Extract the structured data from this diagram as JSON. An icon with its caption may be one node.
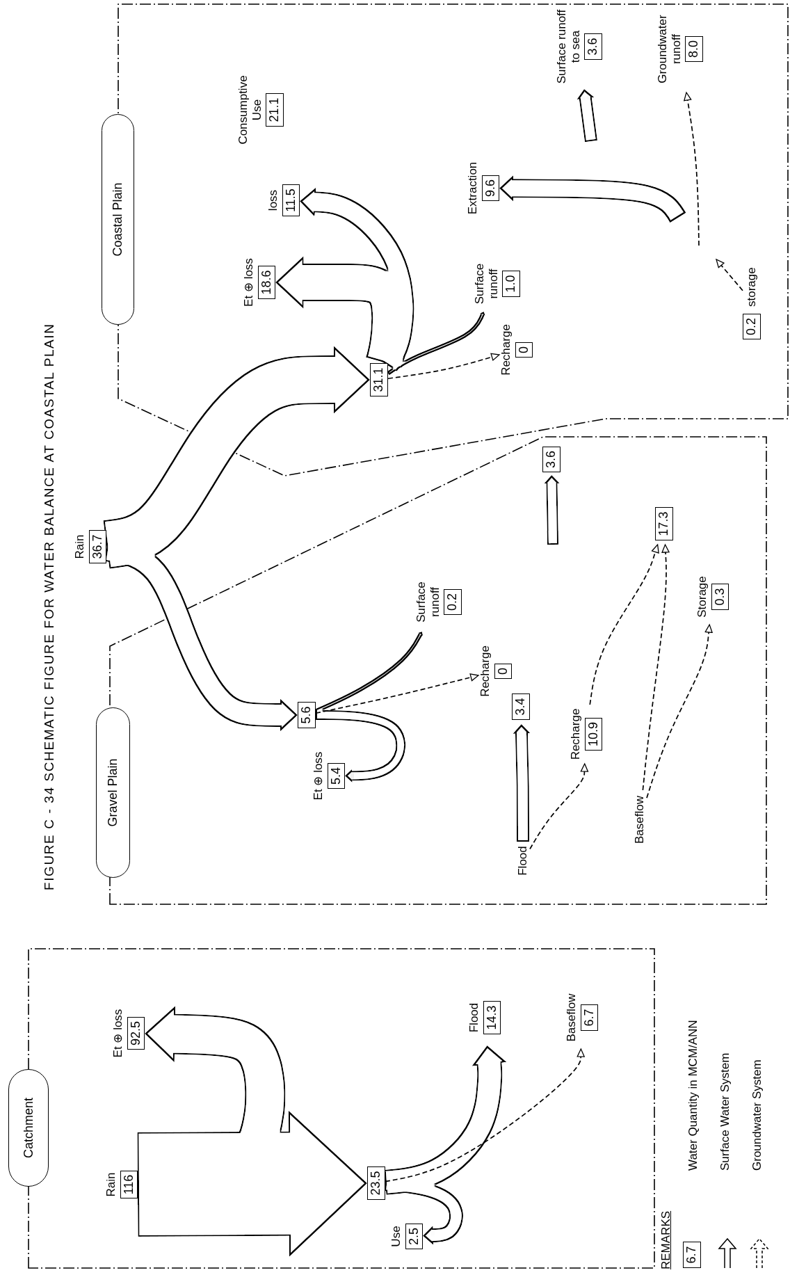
{
  "diagram": {
    "title": "FIGURE C - 34 SCHEMATIC FIGURE FOR WATER BALANCE AT COASTAL PLAIN",
    "nodes": [
      {
        "text": [
          "Catchment"
        ]
      },
      {
        "text": [
          "Rain",
          "116"
        ]
      },
      {
        "text": [
          "Et ⊕ loss",
          "92.5"
        ]
      },
      {
        "text": [
          "23.5"
        ]
      },
      {
        "text": [
          "Use",
          "2.5"
        ]
      },
      {
        "text": [
          "Flood",
          "14.3"
        ]
      },
      {
        "text": [
          "Baseflow",
          "6.7"
        ]
      },
      {
        "text": [
          "Gravel Plain"
        ]
      },
      {
        "text": [
          "Rain",
          "36.7"
        ]
      },
      {
        "text": [
          "Et ⊕ loss",
          "5.4"
        ]
      },
      {
        "text": [
          "Surface runoff",
          "0.2"
        ]
      },
      {
        "text": [
          "Recharge",
          "0"
        ]
      },
      {
        "text": [
          "Flood"
        ]
      },
      {
        "text": [
          "3.4"
        ]
      },
      {
        "text": [
          "Recharge",
          "10.9"
        ]
      },
      {
        "text": [
          "Baseflow"
        ]
      },
      {
        "text": [
          "17.3"
        ]
      },
      {
        "text": [
          "Storage",
          "0.3"
        ]
      },
      {
        "text": [
          "3.6"
        ]
      },
      {
        "text": [
          "Coastal Plain"
        ]
      },
      {
        "text": [
          "Consumptive Use",
          "21.1"
        ]
      },
      {
        "text": [
          "Et ⊕ loss",
          "18.6"
        ]
      },
      {
        "text": [
          "loss",
          "11.5"
        ]
      },
      {
        "text": [
          "Surface runoff",
          "1.0"
        ]
      },
      {
        "text": [
          "Recharge",
          "0"
        ]
      },
      {
        "text": [
          "Extraction",
          "9.6"
        ]
      },
      {
        "text": [
          "Surface runoff to sea",
          "3.6"
        ]
      },
      {
        "text": [
          "Groundwater runoff",
          "8.0"
        ]
      },
      {
        "text": [
          "storage",
          "0.2"
        ]
      },
      {
        "text": [
          "31.1"
        ]
      },
      {
        "text": [
          "5.6"
        ]
      },
      {
        "text": [
          "6.7"
        ]
      }
    ],
    "edges": [
      {
        "from": 1,
        "to": 3,
        "arrow": "to",
        "style": "thick"
      },
      {
        "from": 1,
        "to": 2,
        "arrow": "to",
        "style": "thick"
      },
      {
        "from": 3,
        "to": 4,
        "arrow": "to"
      },
      {
        "from": 3,
        "to": 5,
        "arrow": "to",
        "style": "thick"
      },
      {
        "from": 3,
        "to": 6,
        "arrow": "to",
        "style": "dashed"
      },
      {
        "from": 8,
        "to": 29,
        "arrow": "to",
        "style": "thick"
      },
      {
        "from": 8,
        "to": 30,
        "arrow": "to",
        "style": "thick"
      },
      {
        "from": 30,
        "to": 9,
        "arrow": "to"
      },
      {
        "from": 30,
        "to": 10,
        "arrow": "to"
      },
      {
        "from": 30,
        "to": 11,
        "arrow": "to",
        "style": "dashed"
      },
      {
        "from": 12,
        "to": 13,
        "arrow": "to"
      },
      {
        "from": 12,
        "to": 14,
        "arrow": "to",
        "style": "dashed"
      },
      {
        "from": 14,
        "to": 16,
        "arrow": "to",
        "style": "dashed"
      },
      {
        "from": 15,
        "to": 16,
        "arrow": "to",
        "style": "dashed"
      },
      {
        "from": 15,
        "to": 17,
        "arrow": "to",
        "style": "dashed"
      },
      {
        "from": null,
        "to": 18,
        "arrow": "to"
      },
      {
        "from": 29,
        "to": 21,
        "arrow": "to",
        "style": "thick"
      },
      {
        "from": 29,
        "to": 22,
        "arrow": "to",
        "style": "thick"
      },
      {
        "from": 29,
        "to": 23,
        "arrow": "to"
      },
      {
        "from": 29,
        "to": 24,
        "arrow": "to",
        "style": "dashed"
      },
      {
        "from": null,
        "to": 25,
        "arrow": "to",
        "style": "thick"
      },
      {
        "from": null,
        "to": 27,
        "arrow": "to",
        "style": "dashed"
      },
      {
        "from": null,
        "to": 26,
        "arrow": "to"
      },
      {
        "from": 28,
        "to": null,
        "arrow": "to",
        "style": "dashed"
      }
    ],
    "labels": [
      "REMARKS"
    ],
    "legend": [
      {
        "text": "Water Quantity in MCM/ANN"
      },
      {
        "text": "Surface Water System"
      },
      {
        "text": "Groundwater System"
      }
    ]
  }
}
